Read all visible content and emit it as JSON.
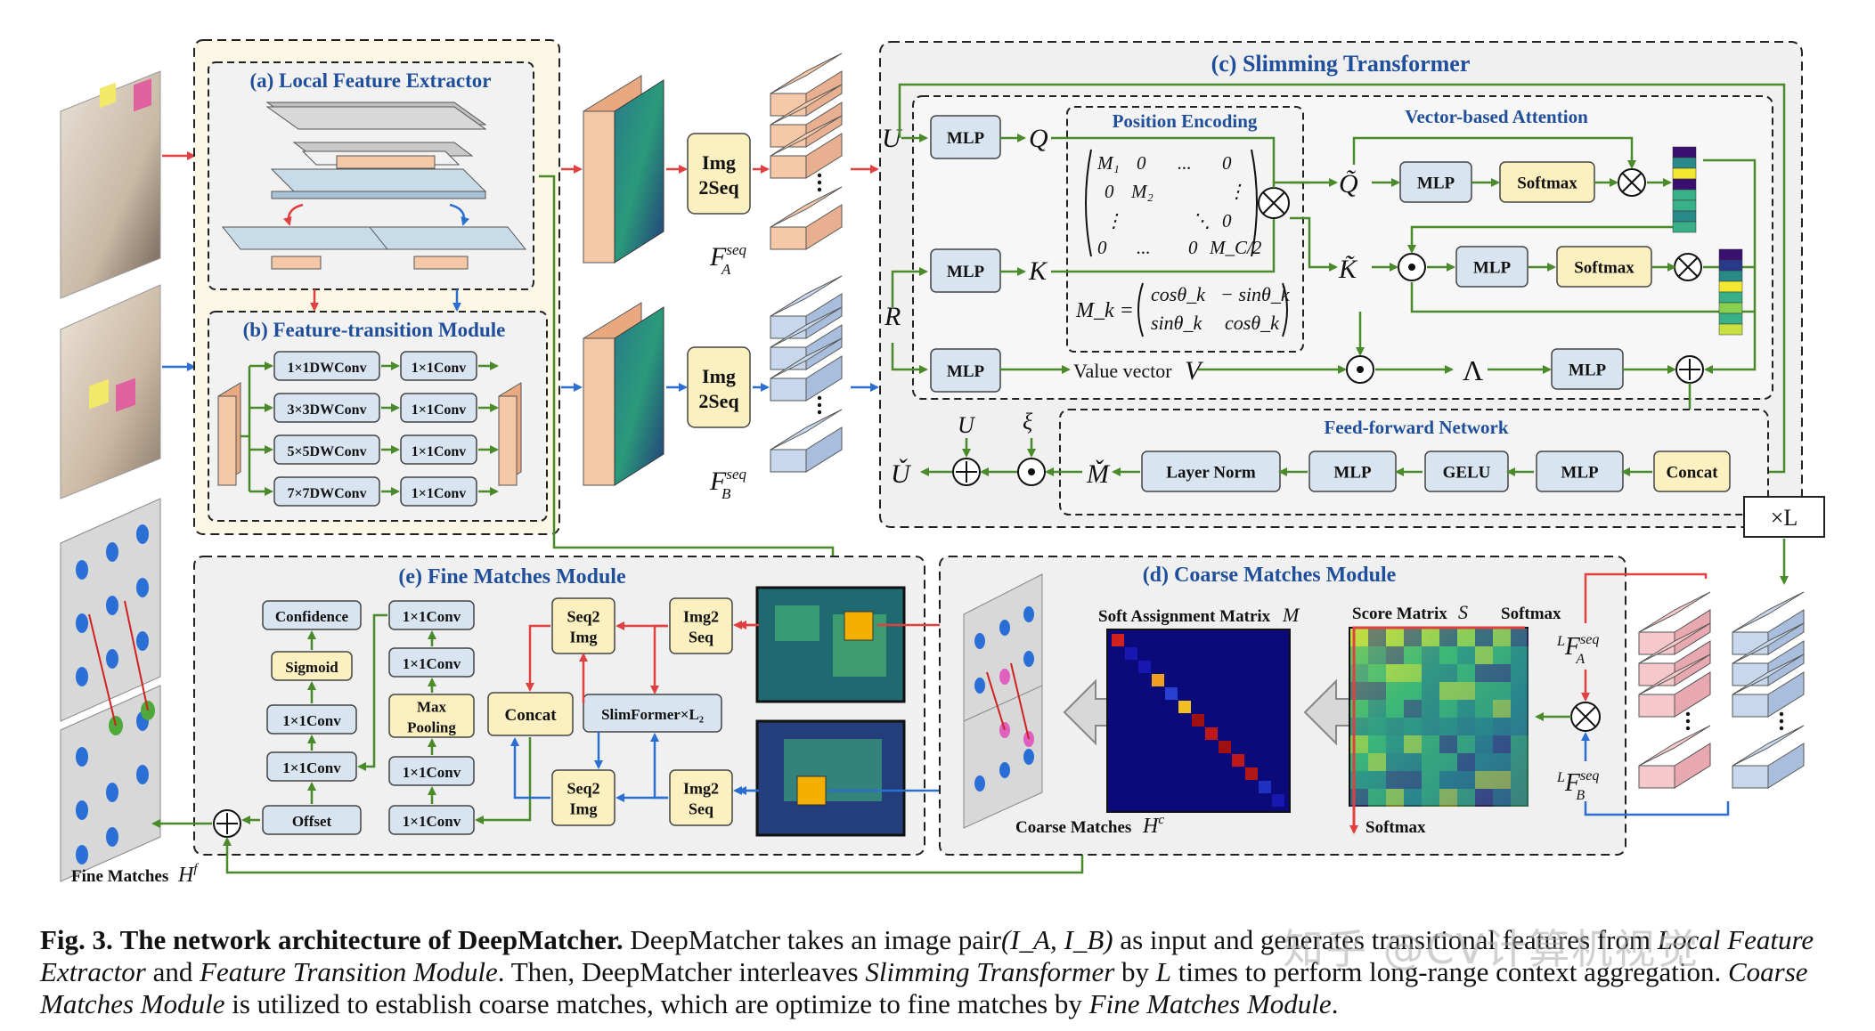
{
  "modules": {
    "local_feature_extractor": "(a) Local Feature Extractor",
    "feature_transition": "(b) Feature-transition Module",
    "slimming_transformer": "(c) Slimming Transformer",
    "coarse_matches": "(d) Coarse Matches Module",
    "fine_matches": "(e) Fine Matches Module"
  },
  "transition": {
    "dwconv": [
      "1×1DWConv",
      "3×3DWConv",
      "5×5DWConv",
      "7×7DWConv"
    ],
    "conv": [
      "1×1Conv",
      "1×1Conv",
      "1×1Conv",
      "1×1Conv"
    ]
  },
  "img2seq": "Img 2Seq",
  "fa_seq": "F_A^seq",
  "fb_seq": "F_B^seq",
  "slimming": {
    "U": "U",
    "R": "R",
    "mlp": "MLP",
    "Q": "Q",
    "K": "K",
    "position_encoding": "Position Encoding",
    "vector_attention": "Vector-based Attention",
    "softmax": "Softmax",
    "value_vector": "Value vector",
    "V": "V",
    "lambda": "Λ",
    "mk_eq": "M_k =",
    "mk_matrix": [
      "cosθ_k",
      "− sinθ_k",
      "sinθ_k",
      "cosθ_k"
    ],
    "m_matrix": [
      "M₁",
      "0",
      "...",
      "0",
      "0",
      "M₂",
      "⋮",
      "⋮",
      "⋱",
      "0",
      "0",
      "...",
      "0",
      "M_C/2"
    ],
    "feed_forward": "Feed-forward Network",
    "layer_norm": "Layer Norm",
    "gelu": "GELU",
    "concat": "Concat",
    "xi": "ξ",
    "u_check": "Ǔ",
    "m_check": "M̌",
    "q_tilde": "Q̃",
    "k_tilde": "K̃",
    "times_l": "×L"
  },
  "fine": {
    "confidence": "Confidence",
    "sigmoid": "Sigmoid",
    "conv": "1×1Conv",
    "offset": "Offset",
    "max_pooling": "Max Pooling",
    "seq2img": "Seq2 Img",
    "img2seq": "Img2 Seq",
    "concat": "Concat",
    "slimformer": "SlimFormer×L₂",
    "fine_matches": "Fine Matches",
    "hf": "H^f"
  },
  "coarse": {
    "soft_assignment": "Soft Assignment Matrix",
    "M": "M",
    "score_matrix": "Score Matrix",
    "S": "S",
    "softmax": "Softmax",
    "coarse_matches": "Coarse Matches",
    "hc": "H^c",
    "lfa": "ᴸF_A^seq",
    "lfb": "ᴸF_B^seq"
  },
  "caption": {
    "fig": "Fig. 3.",
    "bold": "The network architecture of DeepMatcher.",
    "p1": " DeepMatcher takes an image pair",
    "pair": "(I_A, I_B)",
    "p2": " as input and generates transitional features from ",
    "i1": "Local Feature Extractor",
    "p3": " and ",
    "i2": "Feature Transition Module",
    "p4": ". Then, DeepMatcher interleaves ",
    "i3": "Slimming Transformer",
    "p5": " by ",
    "L": "L",
    "p6": " times to perform long-range context aggregation. ",
    "i4": "Coarse Matches Module",
    "p7": " is utilized to establish coarse matches, which are optimize to fine matches by ",
    "i5": "Fine Matches Module",
    "p8": "."
  },
  "watermark": "知乎 @CV计算机视觉",
  "colors": {
    "green_arrow": "#4a8a2a",
    "red_arrow": "#e04040",
    "blue_arrow": "#2b6fd0",
    "title_blue": "#1f4e9a",
    "mlp_box": "#d8e4f0",
    "yellow_box": "#fdf0c0",
    "panel_bg": "#f0f0f0",
    "yellow_panel": "#fdf8e6",
    "peach": "#f5c8a8",
    "blue_block": "#c8d8ec",
    "pink_block": "#f5c8cc"
  }
}
